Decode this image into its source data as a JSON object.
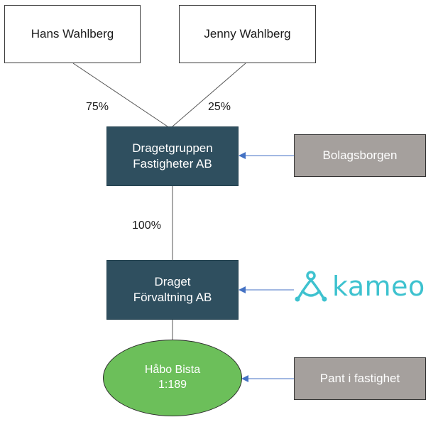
{
  "nodes": {
    "hans": "Hans Wahlberg",
    "jenny": "Jenny Wahlberg",
    "dragetgruppen_line1": "Dragetgruppen",
    "dragetgruppen_line2": "Fastigheter AB",
    "bolagsborgen": "Bolagsborgen",
    "draget_line1": "Draget",
    "draget_line2": "Förvaltning AB",
    "habo_line1": "Håbo Bista",
    "habo_line2": "1:189",
    "pant": "Pant i fastighet"
  },
  "ownership": {
    "hans_pct": "75%",
    "jenny_pct": "25%",
    "draget_pct": "100%"
  },
  "logo": {
    "text": "kameo",
    "icon": "kameo-logo-icon",
    "color": "#3ec2cf"
  },
  "colors": {
    "company": "#2f4f5f",
    "side": "#a5a09d",
    "ellipse": "#6cbf5a",
    "arrow": "#4472c4"
  }
}
